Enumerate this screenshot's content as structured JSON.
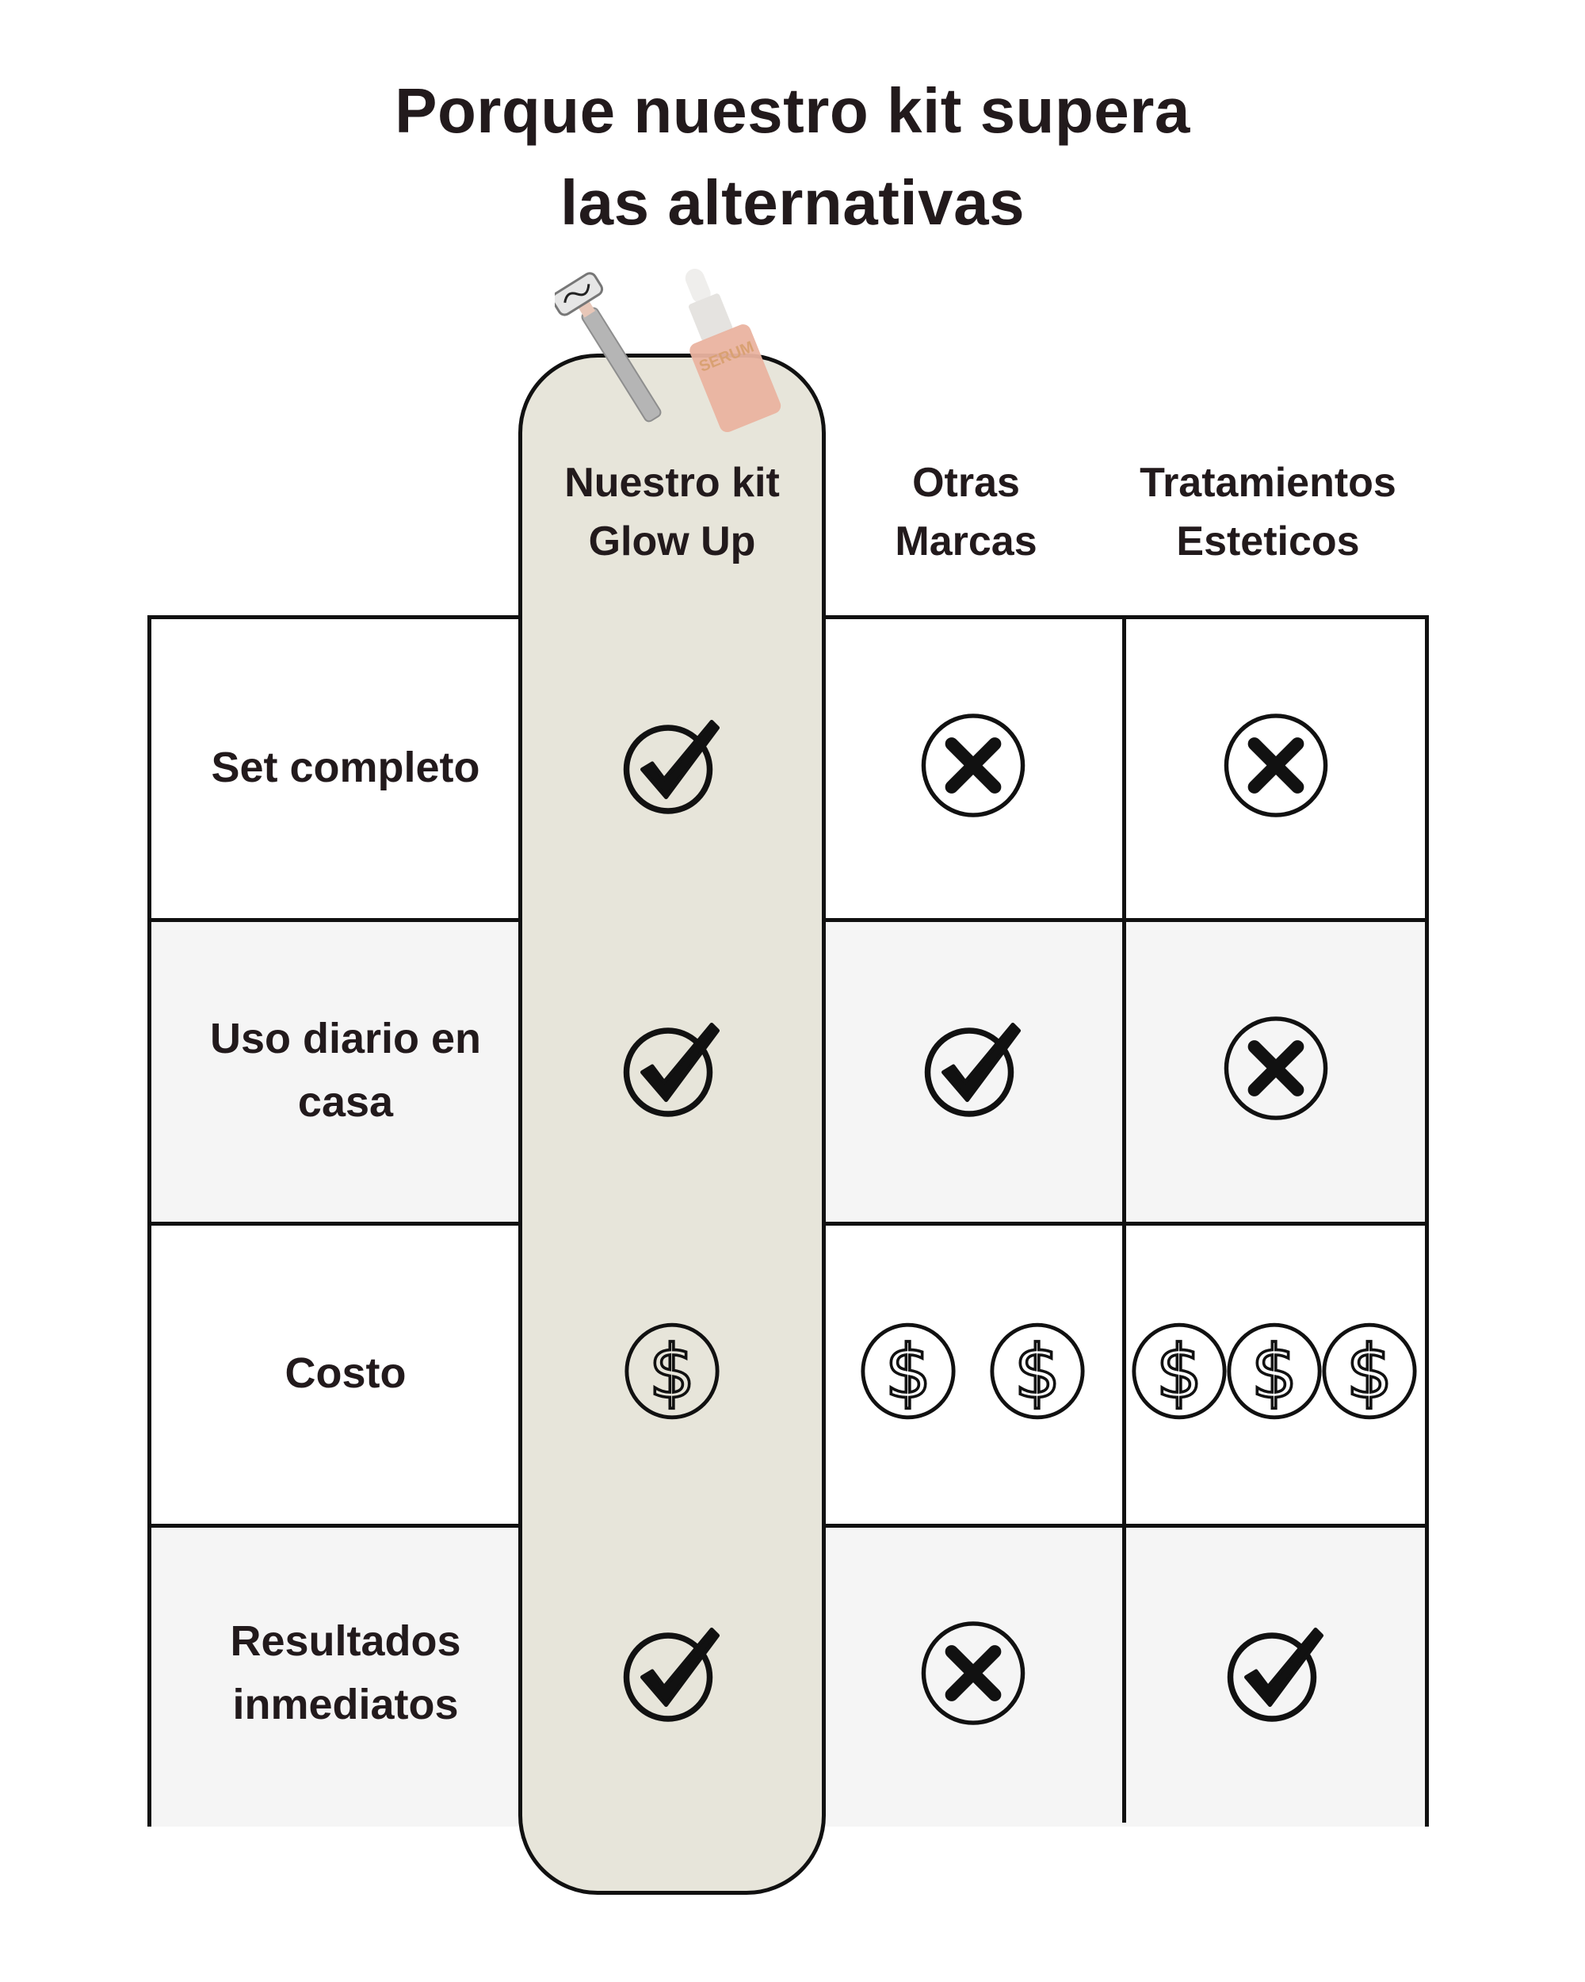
{
  "title": {
    "line1": "Porque nuestro kit supera",
    "line2": "las alternativas"
  },
  "columns": [
    {
      "line1": "Nuestro kit",
      "line2": "Glow Up"
    },
    {
      "line1": "Otras",
      "line2": "Marcas"
    },
    {
      "line1": "Tratamientos",
      "line2": "Esteticos"
    }
  ],
  "rows": [
    {
      "line1": "Set completo",
      "line2": "",
      "cells": [
        "check",
        "cross",
        "cross"
      ]
    },
    {
      "line1": "Uso diario en",
      "line2": "casa",
      "cells": [
        "check",
        "check",
        "cross"
      ]
    },
    {
      "line1": "Costo",
      "line2": "",
      "cells": [
        "cost-1",
        "cost-2",
        "cost-3"
      ]
    },
    {
      "line1": "Resultados",
      "line2": "inmediatos",
      "cells": [
        "check",
        "cross",
        "check"
      ]
    }
  ],
  "product_label": "SERUM",
  "colors": {
    "highlight": "#e7e5da",
    "row_alt": "#f5f5f5",
    "text": "#221a1c",
    "serum": "#e8a08a"
  }
}
